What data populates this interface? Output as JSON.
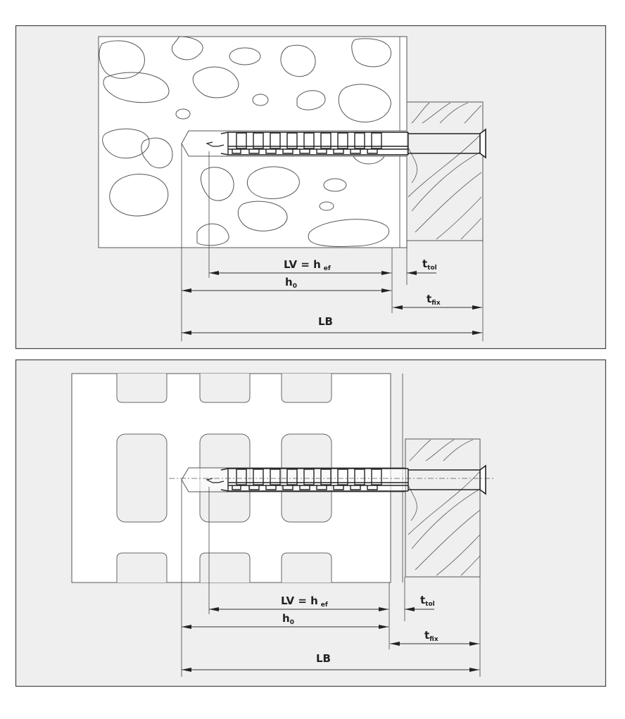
{
  "figures": [
    {
      "name": "concrete",
      "labels": {
        "lv": "LV = h",
        "lv_sub": "ef",
        "h0": "h",
        "h0_sub": "0",
        "ttol": "t",
        "ttol_sub": "tol",
        "tfix": "t",
        "tfix_sub": "fix",
        "lb": "LB"
      }
    },
    {
      "name": "perforated-brick",
      "labels": {
        "lv": "LV = h",
        "lv_sub": "ef",
        "h0": "h",
        "h0_sub": "0",
        "ttol": "t",
        "ttol_sub": "tol",
        "tfix": "t",
        "tfix_sub": "fix",
        "lb": "LB"
      }
    }
  ],
  "colors": {
    "panel": "#efefef",
    "border": "#444444",
    "line": "#333333"
  }
}
